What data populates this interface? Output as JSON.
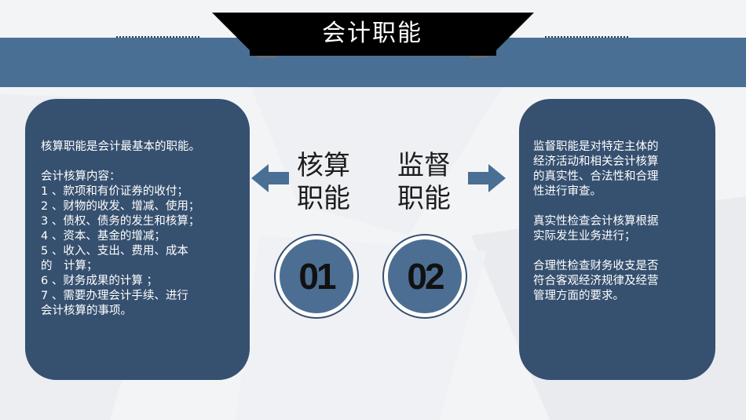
{
  "slide": {
    "title": "会计职能",
    "colors": {
      "band": "#4a6f95",
      "panel": "#36506f",
      "ribbon": "#000000",
      "circle_fill": "#4c6e93"
    }
  },
  "left": {
    "label": "核算\n职能",
    "number": "01",
    "text": "核算职能是会计最基本的职能。\n\n会计核算内容：\n1 、款项和有价证券的收付；\n2 、财物的收发、增减、使用；\n3 、债权、债务的发生和核算；\n4 、资本、基金的增减；\n5 、收入、支出、费用、成本\n的　计算；\n6 、财务成果的计算 ；\n7 、需要办理会计手续、进行\n会计核算的事项。"
  },
  "right": {
    "label": "监督\n职能",
    "number": "02",
    "text": "监督职能是对特定主体的\n经济活动和相关会计核算\n的真实性、合法性和合理\n性进行审查。\n\n真实性检查会计核算根据\n实际发生业务进行；\n\n合理性检查财务收支是否\n符合客观经济规律及经营\n管理方面的要求。"
  },
  "icons": {
    "left_arrow": "arrow-left-icon",
    "right_arrow": "arrow-right-icon"
  }
}
